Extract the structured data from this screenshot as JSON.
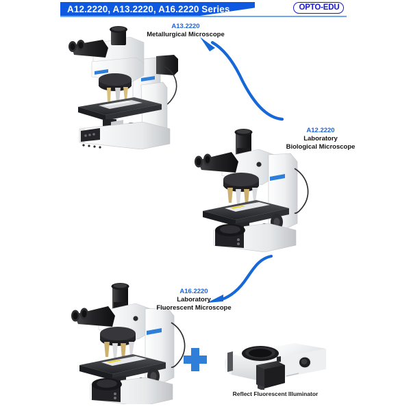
{
  "header": {
    "title": "A12.2220,  A13.2220,  A16.2220 Series",
    "logo": "OPTO-EDU",
    "bar_color": "#0f59e0",
    "rule_color": "#6ea5ef",
    "logo_color": "#1a19c9"
  },
  "accent": {
    "model_text_color": "#1f63d8",
    "arrow_color": "#1668d8",
    "plus_color": "#2f7fd8"
  },
  "products": [
    {
      "id": "a13",
      "model": "A13.2220",
      "desc_line1": "Metallurgical Microscope",
      "desc_line2": "",
      "image_name": "metallurgical-microscope-photo"
    },
    {
      "id": "a12",
      "model": "A12.2220",
      "desc_line1": "Laboratory",
      "desc_line2": "Biological Microscope",
      "image_name": "biological-microscope-photo"
    },
    {
      "id": "a16",
      "model": "A16.2220",
      "desc_line1": "Laboratory",
      "desc_line2": "Fluorescent Microscope",
      "image_name": "fluorescent-microscope-photo"
    }
  ],
  "accessory": {
    "caption": "Reflect Fluorescent Illuminator",
    "plus_symbol": "+",
    "image_name": "reflect-fluorescent-illuminator-photo"
  }
}
